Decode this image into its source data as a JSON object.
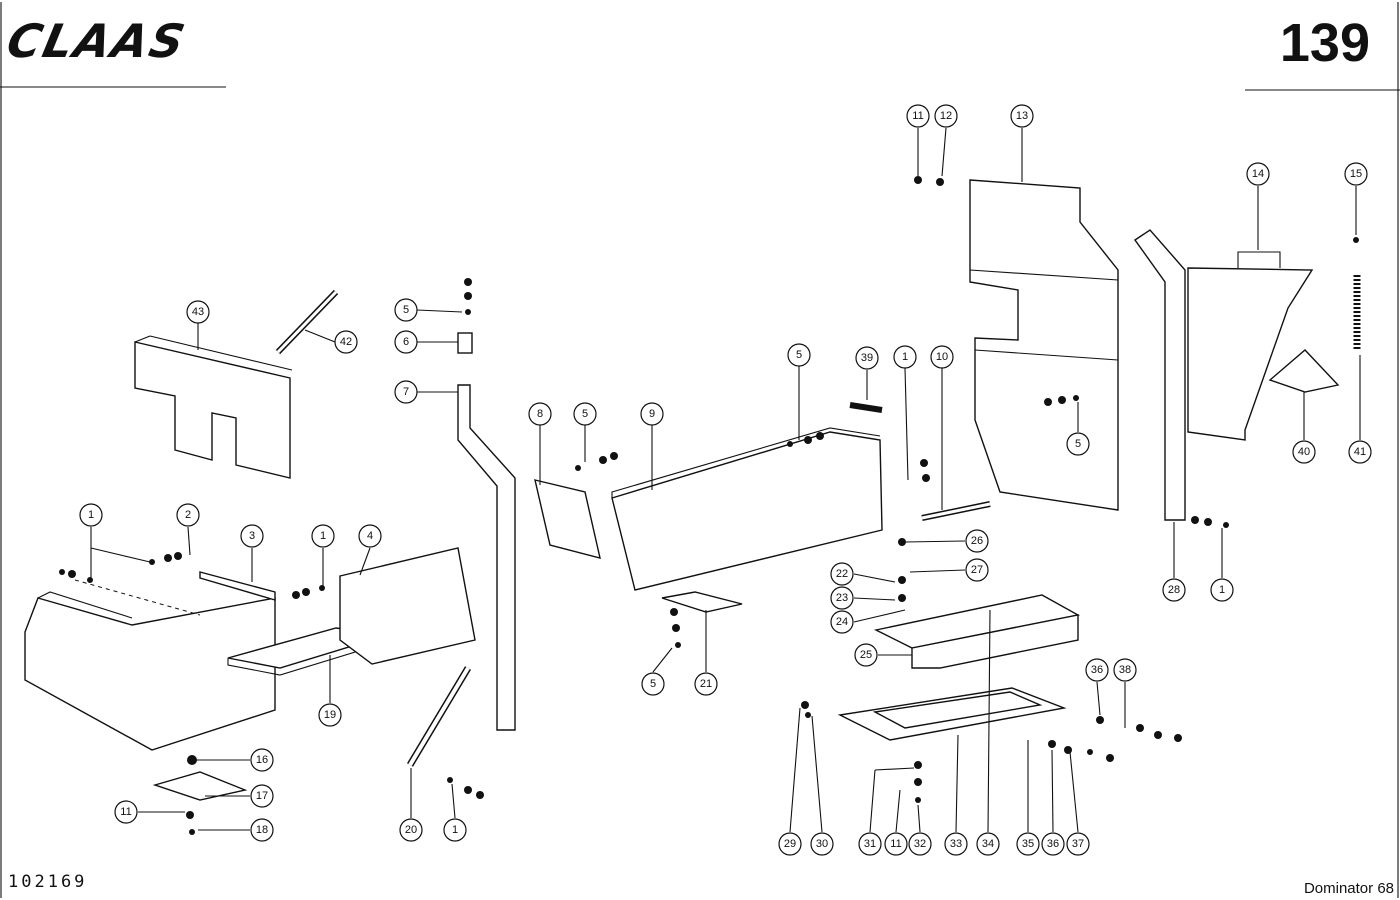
{
  "header": {
    "brand": "CLAAS",
    "page_number": "139"
  },
  "footer": {
    "doc_number": "102169",
    "model": "Dominator 68"
  },
  "callouts": [
    {
      "id": "c43",
      "label": "43"
    },
    {
      "id": "c42",
      "label": "42"
    },
    {
      "id": "c5a",
      "label": "5"
    },
    {
      "id": "c6",
      "label": "6"
    },
    {
      "id": "c7",
      "label": "7"
    },
    {
      "id": "c8",
      "label": "8"
    },
    {
      "id": "c5b",
      "label": "5"
    },
    {
      "id": "c9",
      "label": "9"
    },
    {
      "id": "c5c",
      "label": "5"
    },
    {
      "id": "c39",
      "label": "39"
    },
    {
      "id": "c1a",
      "label": "1"
    },
    {
      "id": "c10",
      "label": "10"
    },
    {
      "id": "c11a",
      "label": "11"
    },
    {
      "id": "c12",
      "label": "12"
    },
    {
      "id": "c13",
      "label": "13"
    },
    {
      "id": "c14",
      "label": "14"
    },
    {
      "id": "c15",
      "label": "15"
    },
    {
      "id": "c5d",
      "label": "5"
    },
    {
      "id": "c40",
      "label": "40"
    },
    {
      "id": "c41",
      "label": "41"
    },
    {
      "id": "c1b",
      "label": "1"
    },
    {
      "id": "c2",
      "label": "2"
    },
    {
      "id": "c3",
      "label": "3"
    },
    {
      "id": "c1c",
      "label": "1"
    },
    {
      "id": "c4",
      "label": "4"
    },
    {
      "id": "c19",
      "label": "19"
    },
    {
      "id": "c26",
      "label": "26"
    },
    {
      "id": "c22",
      "label": "22"
    },
    {
      "id": "c27",
      "label": "27"
    },
    {
      "id": "c23",
      "label": "23"
    },
    {
      "id": "c24",
      "label": "24"
    },
    {
      "id": "c25",
      "label": "25"
    },
    {
      "id": "c28",
      "label": "28"
    },
    {
      "id": "c1d",
      "label": "1"
    },
    {
      "id": "c5e",
      "label": "5"
    },
    {
      "id": "c21",
      "label": "21"
    },
    {
      "id": "c16",
      "label": "16"
    },
    {
      "id": "c17",
      "label": "17"
    },
    {
      "id": "c11b",
      "label": "11"
    },
    {
      "id": "c18",
      "label": "18"
    },
    {
      "id": "c20",
      "label": "20"
    },
    {
      "id": "c1e",
      "label": "1"
    },
    {
      "id": "c36a",
      "label": "36"
    },
    {
      "id": "c38",
      "label": "38"
    },
    {
      "id": "c29",
      "label": "29"
    },
    {
      "id": "c30",
      "label": "30"
    },
    {
      "id": "c31",
      "label": "31"
    },
    {
      "id": "c11c",
      "label": "11"
    },
    {
      "id": "c32",
      "label": "32"
    },
    {
      "id": "c33",
      "label": "33"
    },
    {
      "id": "c34",
      "label": "34"
    },
    {
      "id": "c35",
      "label": "35"
    },
    {
      "id": "c36b",
      "label": "36"
    },
    {
      "id": "c37",
      "label": "37"
    }
  ]
}
